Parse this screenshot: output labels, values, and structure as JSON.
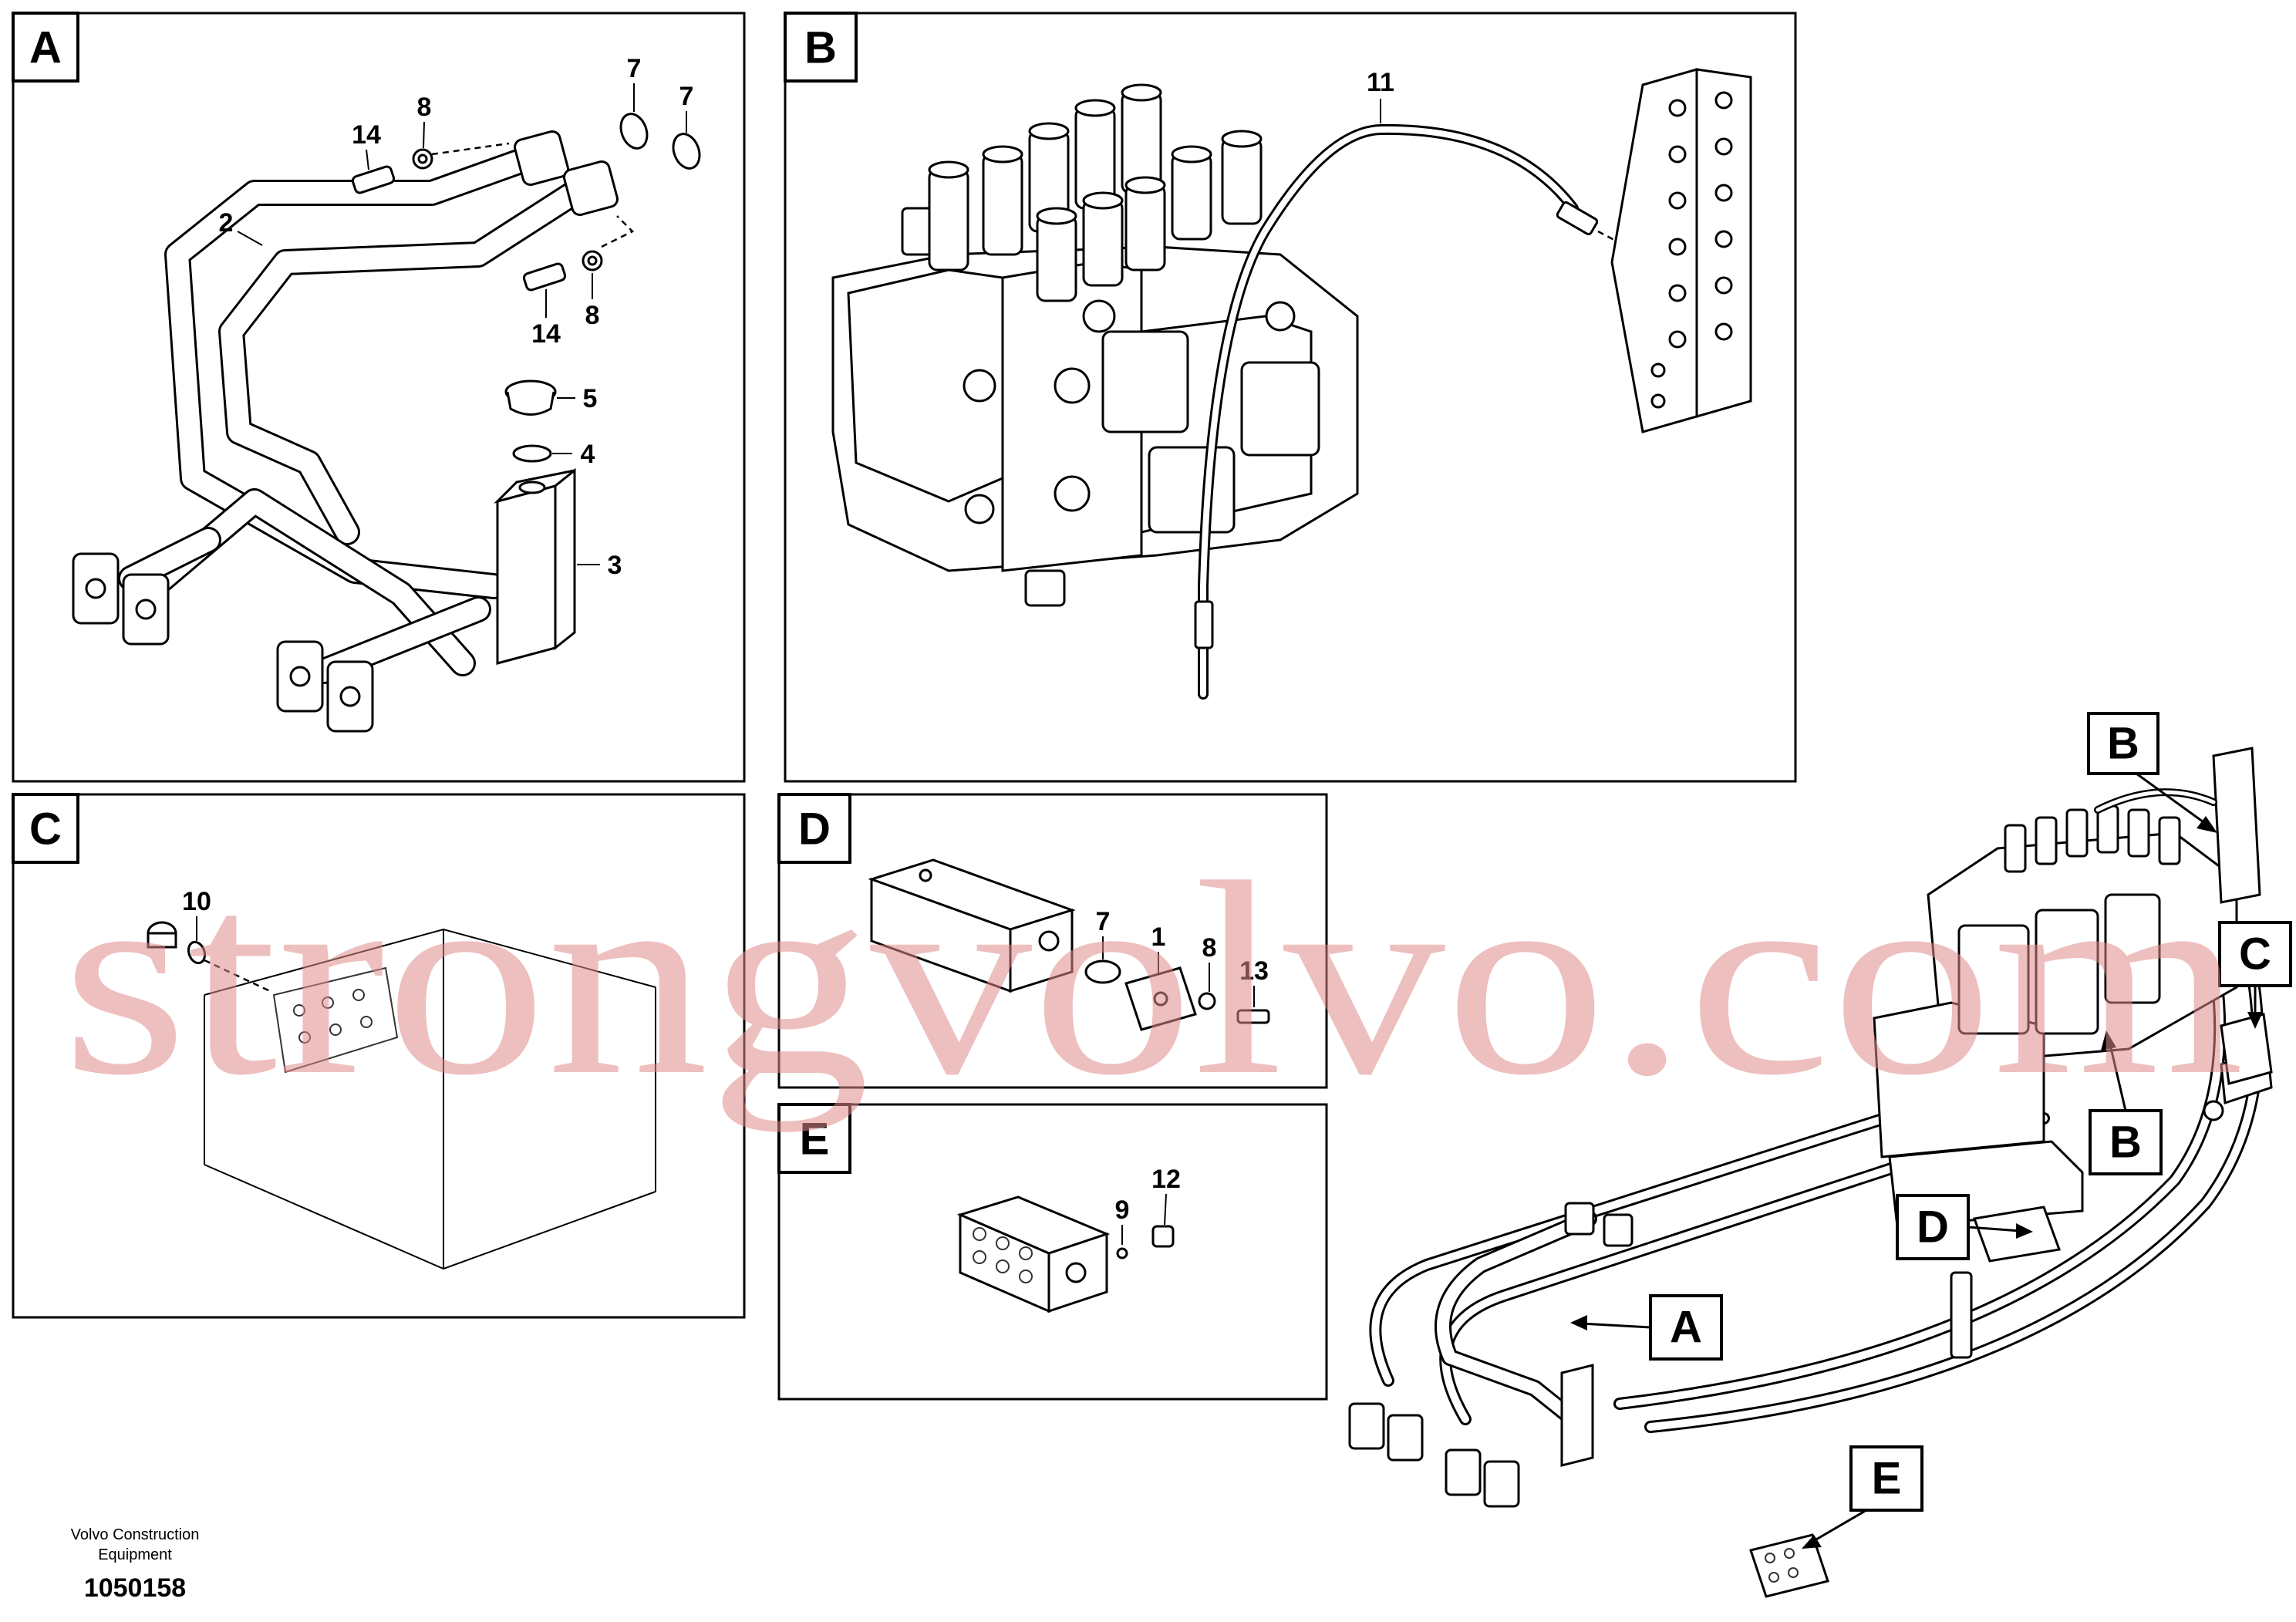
{
  "panels": {
    "A": {
      "label": "A"
    },
    "B": {
      "label": "B"
    },
    "C": {
      "label": "C"
    },
    "D": {
      "label": "D"
    },
    "E": {
      "label": "E"
    }
  },
  "callouts": {
    "a_14_top": "14",
    "a_8_top": "8",
    "a_7_left": "7",
    "a_7_right": "7",
    "a_2": "2",
    "a_14_bottom": "14",
    "a_8_bottom": "8",
    "a_5": "5",
    "a_4": "4",
    "a_3": "3",
    "b_11": "11",
    "c_10": "10",
    "d_7": "7",
    "d_1": "1",
    "d_8": "8",
    "d_13": "13",
    "e_9": "9",
    "e_12": "12"
  },
  "overview_labels": {
    "B_top": "B",
    "C": "C",
    "B_mid": "B",
    "D": "D",
    "A": "A",
    "E": "E"
  },
  "footer": {
    "company_line1": "Volvo Construction",
    "company_line2": "Equipment",
    "drawing_number": "1050158"
  },
  "watermark": "strongvolvo.com"
}
